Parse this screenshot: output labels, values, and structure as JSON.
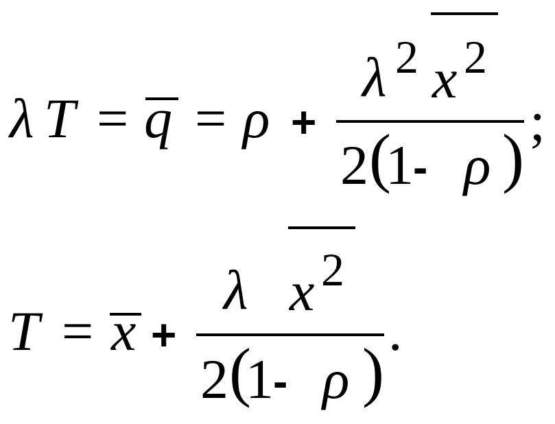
{
  "document": {
    "equations": [
      {
        "lambda": "λ",
        "T": "T",
        "eq1": "=",
        "q": "q",
        "eq2": "=",
        "rho": "ρ",
        "plus": "+",
        "num_lambda": "λ",
        "num_lambda_exp": "2",
        "num_x": "x",
        "num_x_exp": "2",
        "den_two": "2",
        "den_open": "(",
        "den_one": "1",
        "den_minus": "-",
        "den_rho": "ρ",
        "den_close": ")",
        "terminator": ";"
      },
      {
        "T": "T",
        "eq": "=",
        "x": "x",
        "plus": "+",
        "num_lambda": "λ",
        "num_x": "x",
        "num_x_exp": "2",
        "den_two": "2",
        "den_open": "(",
        "den_one": "1",
        "den_minus": "-",
        "den_rho": "ρ",
        "den_close": ")",
        "terminator": "."
      }
    ],
    "text_color": "#000000"
  }
}
